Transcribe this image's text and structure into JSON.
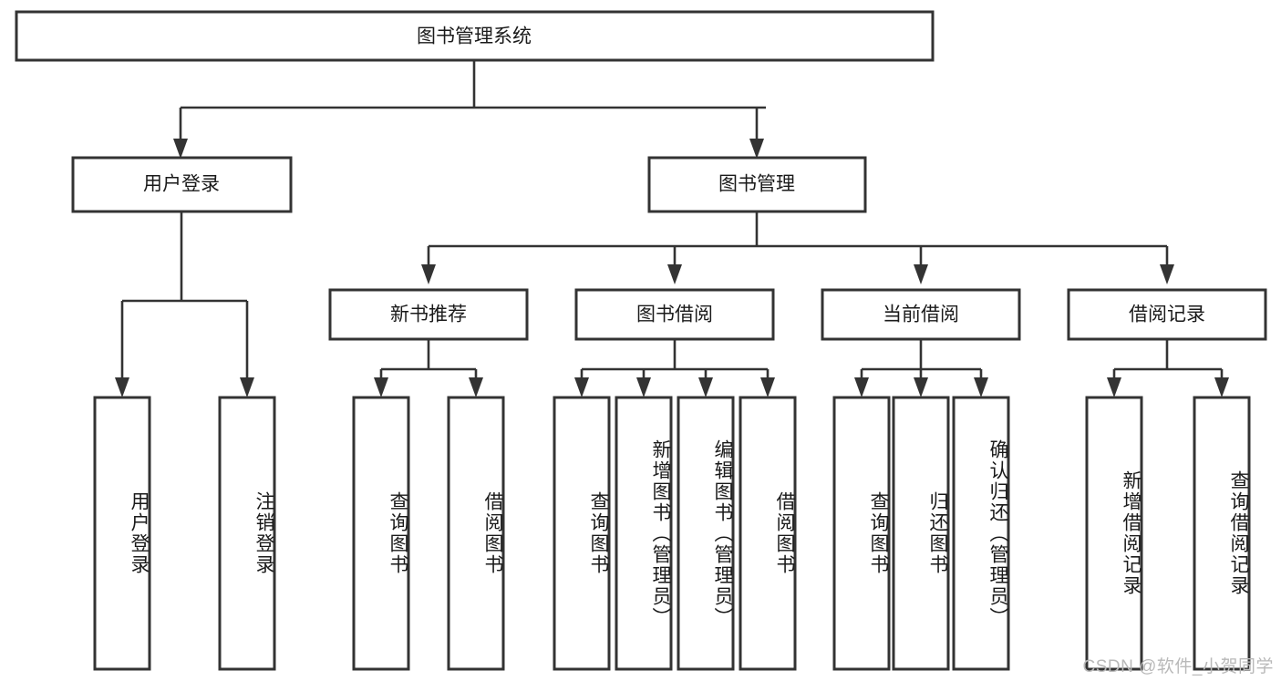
{
  "diagram": {
    "title": "图书管理系统",
    "type": "tree-hierarchy",
    "root": {
      "label": "图书管理系统"
    },
    "level2": [
      {
        "label": "用户登录"
      },
      {
        "label": "图书管理"
      }
    ],
    "level3": [
      {
        "label": "新书推荐",
        "parent": "图书管理"
      },
      {
        "label": "图书借阅",
        "parent": "图书管理"
      },
      {
        "label": "当前借阅",
        "parent": "图书管理"
      },
      {
        "label": "借阅记录",
        "parent": "图书管理"
      }
    ],
    "leaves": {
      "user_login": [
        {
          "label": "用户登录"
        },
        {
          "label": "注销登录"
        }
      ],
      "new_book_recommend": [
        {
          "label": "查询图书"
        },
        {
          "label": "借阅图书"
        }
      ],
      "book_borrow": [
        {
          "label": "查询图书"
        },
        {
          "label": "新增图书（管理员）"
        },
        {
          "label": "编辑图书（管理员）"
        },
        {
          "label": "借阅图书"
        }
      ],
      "current_borrow": [
        {
          "label": "查询图书"
        },
        {
          "label": "归还图书"
        },
        {
          "label": "确认归还（管理员）"
        }
      ],
      "borrow_record": [
        {
          "label": "新增借阅记录"
        },
        {
          "label": "查询借阅记录"
        }
      ]
    }
  },
  "watermark": {
    "text": "CSDN @软件_小贺同学"
  },
  "colors": {
    "stroke": "#333333",
    "fill": "#ffffff",
    "text": "#1a1a1a",
    "watermark": "#b9b9b9"
  }
}
